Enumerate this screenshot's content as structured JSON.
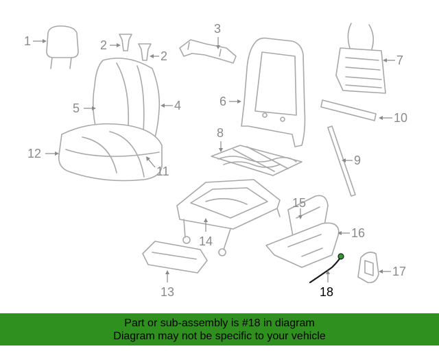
{
  "callouts": {
    "c1": "1",
    "c2a": "2",
    "c2b": "2",
    "c3": "3",
    "c4": "4",
    "c5": "5",
    "c6": "6",
    "c7": "7",
    "c8": "8",
    "c9": "9",
    "c10": "10",
    "c11": "11",
    "c12": "12",
    "c13": "13",
    "c14": "14",
    "c15": "15",
    "c16": "16",
    "c17": "17",
    "c18": "18"
  },
  "highlight_callout": "18",
  "colors": {
    "banner": "#2f8f1f",
    "part_line": "#a8a8a8",
    "highlight_dot": "#2e9a2e"
  },
  "banner": {
    "line1": "Part or sub-assembly is #18 in diagram",
    "line2": "Diagram may not be specific to your vehicle"
  }
}
